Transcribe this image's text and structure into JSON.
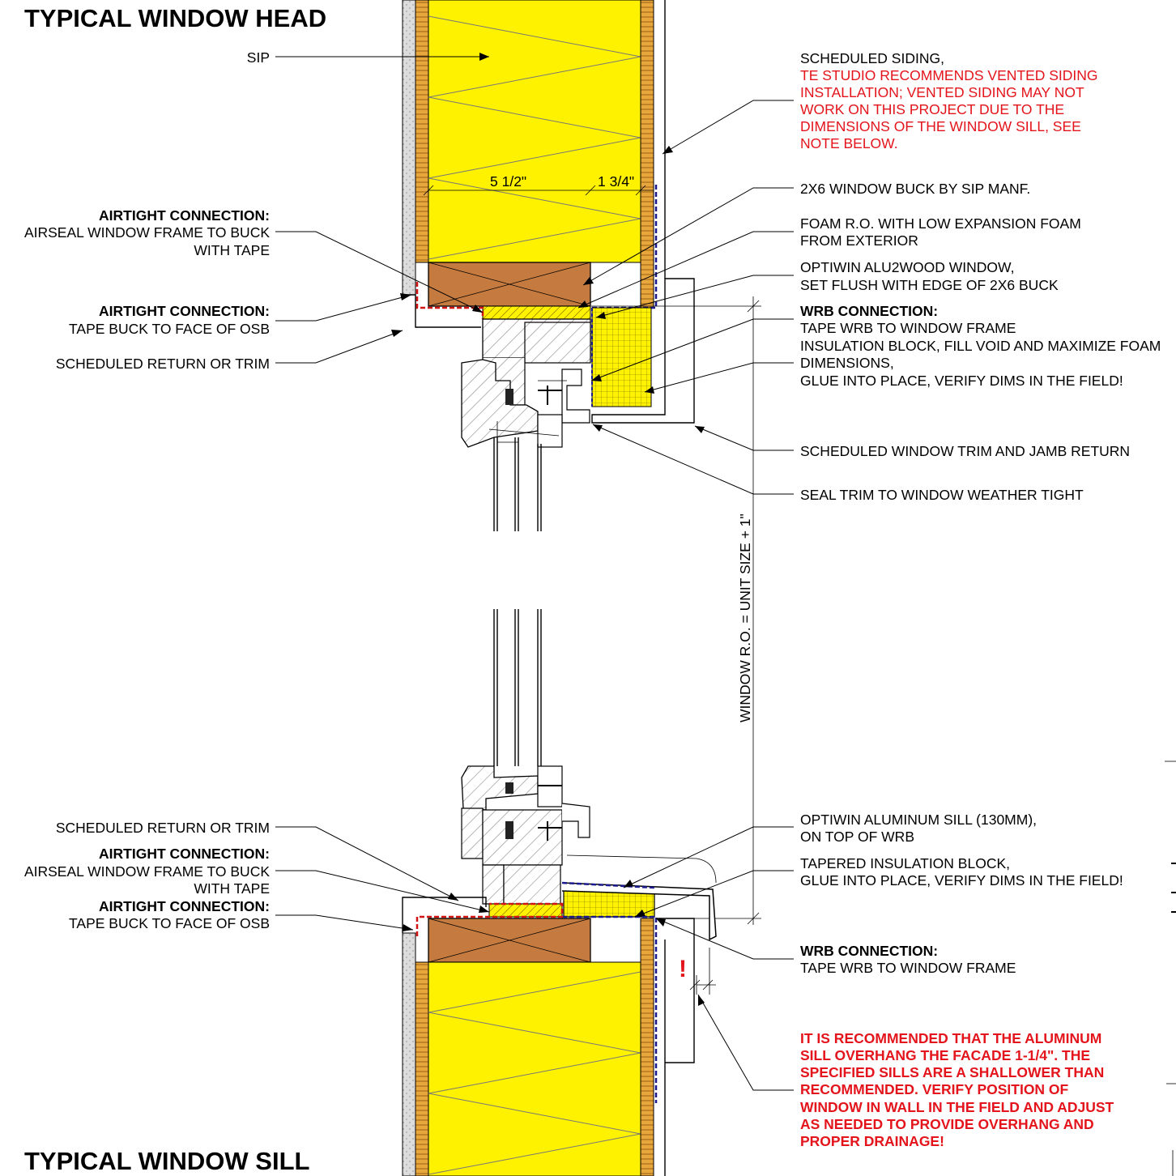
{
  "titles": {
    "head": "TYPICAL WINDOW HEAD",
    "sill": "TYPICAL WINDOW SILL"
  },
  "head_notes": {
    "sip": "SIP",
    "airtight_1_title": "AIRTIGHT CONNECTION:",
    "airtight_1_line1": "AIRSEAL WINDOW FRAME TO BUCK",
    "airtight_1_line2": "WITH TAPE",
    "airtight_2_title": "AIRTIGHT CONNECTION:",
    "airtight_2_line1": "TAPE BUCK TO FACE OF OSB",
    "return_trim": "SCHEDULED RETURN OR TRIM",
    "siding_line1": "SCHEDULED SIDING,",
    "siding_red": [
      "TE STUDIO RECOMMENDS VENTED SIDING",
      "INSTALLATION; VENTED SIDING MAY NOT",
      "WORK ON THIS PROJECT DUE TO THE",
      "DIMENSIONS OF THE WINDOW SILL, SEE",
      "NOTE BELOW."
    ],
    "buck": "2X6 WINDOW BUCK BY SIP MANF.",
    "foam_line1": "FOAM R.O. WITH LOW EXPANSION FOAM",
    "foam_line2": "FROM EXTERIOR",
    "window_line1": "OPTIWIN ALU2WOOD WINDOW,",
    "window_line2": "SET FLUSH WITH EDGE OF 2X6 BUCK",
    "wrb_title": "WRB CONNECTION:",
    "wrb_lines": [
      "TAPE WRB TO WINDOW FRAME",
      "INSULATION BLOCK, FILL VOID AND MAXIMIZE FOAM",
      "DIMENSIONS,",
      "GLUE INTO PLACE, VERIFY DIMS IN THE FIELD!"
    ],
    "trim_jamb": "SCHEDULED WINDOW TRIM AND JAMB RETURN",
    "seal_trim": "SEAL TRIM TO WINDOW WEATHER TIGHT"
  },
  "dimensions": {
    "d1": "5 1/2\"",
    "d2": "1 3/4\"",
    "ro": "WINDOW R.O. = UNIT SIZE + 1\""
  },
  "sill_notes": {
    "return_trim": "SCHEDULED RETURN OR TRIM",
    "airtight_1_title": "AIRTIGHT CONNECTION:",
    "airtight_1_line1": "AIRSEAL WINDOW FRAME TO BUCK",
    "airtight_1_line2": "WITH TAPE",
    "airtight_2_title": "AIRTIGHT CONNECTION:",
    "airtight_2_line1": "TAPE BUCK TO FACE OF OSB",
    "alu_sill_line1": "OPTIWIN ALUMINUM SILL (130MM),",
    "alu_sill_line2": "ON TOP OF WRB",
    "tapered_line1": "TAPERED INSULATION BLOCK,",
    "tapered_line2": "GLUE INTO PLACE, VERIFY DIMS IN THE FIELD!",
    "wrb_title": "WRB CONNECTION:",
    "wrb_line1": "TAPE WRB TO WINDOW FRAME",
    "warning_mark": "!",
    "overhang_red": [
      "IT IS RECOMMENDED THAT THE ALUMINUM",
      "SILL OVERHANG THE FACADE 1-1/4\". THE",
      "SPECIFIED SILLS ARE A SHALLOWER THAN",
      "RECOMMENDED. VERIFY POSITION OF",
      "WINDOW IN WALL IN THE FIELD AND ADJUST",
      "AS NEEDED TO PROVIDE OVERHANG AND",
      "PROPER DRAINAGE!"
    ]
  },
  "colors": {
    "insulation": "#fff200",
    "wood": "#c57b3f",
    "osb": "#e0a43a",
    "air_tape": "#d11414",
    "wrb": "#1a1a8c",
    "note_red": "#e3141b"
  }
}
